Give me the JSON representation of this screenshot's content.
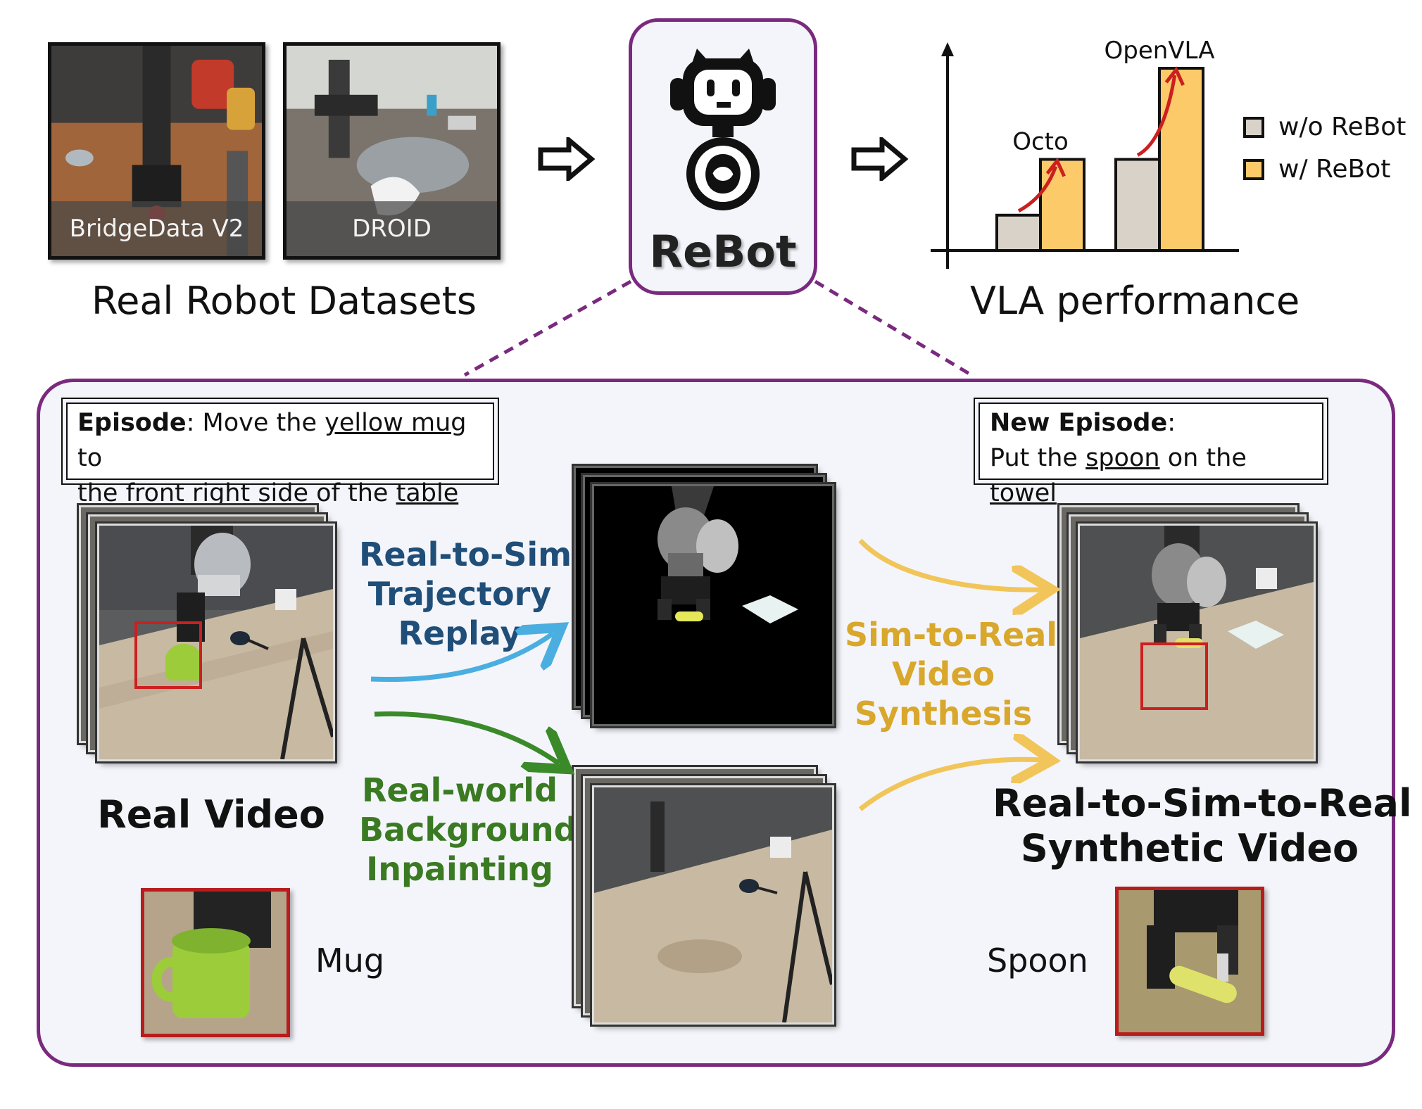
{
  "top": {
    "datasets": [
      {
        "name": "BridgeData V2"
      },
      {
        "name": "DROID"
      }
    ],
    "datasets_label": "Real Robot Datasets",
    "center_name": "ReBot",
    "performance_label": "VLA performance"
  },
  "chart_data": {
    "type": "bar",
    "categories": [
      "Octo",
      "OpenVLA"
    ],
    "series": [
      {
        "name": "w/o ReBot",
        "values": [
          0.19,
          0.49
        ]
      },
      {
        "name": "w/ ReBot",
        "values": [
          0.49,
          0.98
        ]
      }
    ],
    "ylim": [
      0,
      1.12
    ],
    "xlabel": "",
    "ylabel": "",
    "legend": "right",
    "colors": {
      "w/o ReBot": "#d8d2c8",
      "w/ ReBot": "#fdca6a",
      "arrow": "#cc1f1f"
    }
  },
  "pipeline": {
    "episode": {
      "bold": "Episode",
      "text1": ": Move the ",
      "u1": "yellow mug",
      "text2": " to",
      "text3": "the front right side of the ",
      "u2": "table"
    },
    "new_episode": {
      "bold": "New Episode",
      "text1": ":",
      "text2": "Put the ",
      "u1": "spoon",
      "text3": " on the ",
      "u2": "towel"
    },
    "real_to_sim": {
      "line1": "Real-to-Sim",
      "line2": "Trajectory",
      "line3": "Replay",
      "color": "#1f4e79"
    },
    "inpainting": {
      "line1": "Real-world",
      "line2": "Background",
      "line3": "Inpainting",
      "color": "#3a7a22"
    },
    "sim_to_real": {
      "line1": "Sim-to-Real",
      "line2": "Video",
      "line3": "Synthesis",
      "color": "#d8a72b"
    },
    "real_video_label": "Real Video",
    "synthetic_label_1": "Real-to-Sim-to-Real",
    "synthetic_label_2": "Synthetic Video",
    "mug_label": "Mug",
    "spoon_label": "Spoon",
    "arrow_colors": {
      "blue": "#4aaee0",
      "green": "#3a8a2a",
      "yellow": "#f1c55a",
      "purple": "#7a2a7e"
    }
  }
}
